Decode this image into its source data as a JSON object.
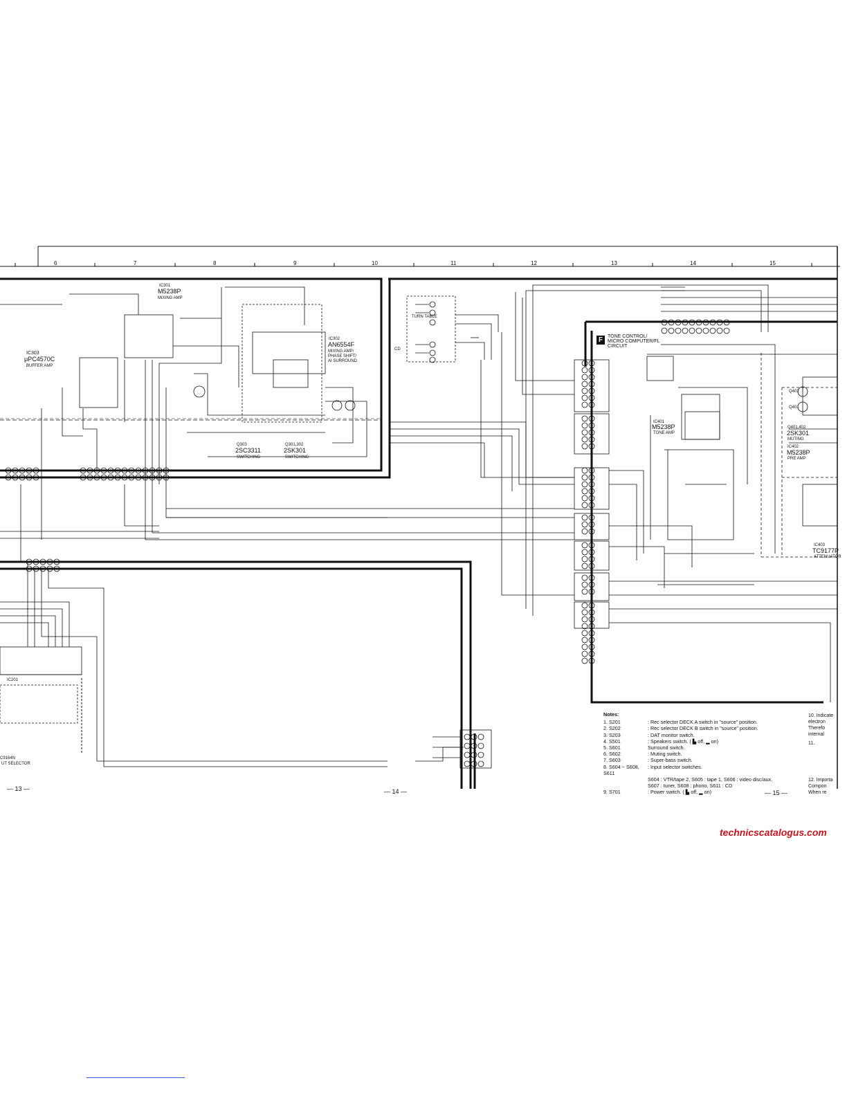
{
  "grid_numbers": [
    "6",
    "7",
    "8",
    "9",
    "10",
    "11",
    "12",
    "13",
    "14",
    "15"
  ],
  "section": {
    "badge": "F",
    "title_line1": "TONE CONTROL/",
    "title_line2": "MICRO COMPUTER/FL",
    "title_line3": "CIRCUIT"
  },
  "components": {
    "ic303": "IC303",
    "ic303_part": "μPC4570C",
    "ic303_func": "BUFFER AMP",
    "ic301": "IC301",
    "ic301_part": "M5238P",
    "ic301_func": "MIXING AMP",
    "ic302": "IC302",
    "ic302_part": "AN6554F",
    "ic302_func1": "MIXING AMP/",
    "ic302_func2": "PHASE SHIFT/",
    "ic302_func3": "AI SURROUND",
    "q303": "Q303",
    "q303_part": "2SC3311",
    "q303_func": "SWITCHING",
    "q301": "Q301,302",
    "q301_part": "2SK301",
    "q301_func": "SWITCHING",
    "ic401": "IC401",
    "ic401_part": "M5238P",
    "ic401_func": "TONE AMP",
    "q401": "Q401,402",
    "q401_part": "2SK301",
    "q401_func": "MUTING",
    "ic402": "IC402",
    "ic402_part": "M5238P",
    "ic402_func": "PRE AMP",
    "ic403": "IC403",
    "ic403_part": "TC9177P",
    "ic403_func": "ATTENUATOR",
    "ic201": "IC201",
    "ic201_part": "C9164N",
    "ic201_func": "UT SELECTOR",
    "turntable": "TURN TABLE",
    "cd": "CD",
    "ic402_q402": "Q402",
    "ic402_q401": "Q401"
  },
  "notes": {
    "heading": "Notes:",
    "items": [
      {
        "num": "1. S201",
        "desc": ": Rec selector DECK A switch in \"source\" position."
      },
      {
        "num": "2. S202",
        "desc": ": Rec selector DECK B switch in \"source\" position."
      },
      {
        "num": "3. S203",
        "desc": ": DAT monitor switch."
      },
      {
        "num": "4. S501",
        "desc": ": Speakers switch. ( ▙ off, ▂ on)"
      },
      {
        "num": "5. S601",
        "desc": "Surround switch."
      },
      {
        "num": "6. S602",
        "desc": ": Muting switch."
      },
      {
        "num": "7. S603",
        "desc": ": Super-bass switch."
      },
      {
        "num": "8. S604 ~ S608,",
        "desc": ": Input selector switches."
      },
      {
        "num": "S611",
        "desc": ""
      }
    ],
    "cont1": "S604 : VTR/tape 2,  S605 : tape 1,  S606 : video disc/aux.",
    "cont2": "S607 : tuner,  S608 : phono,  S611 : CD",
    "last": {
      "num": "9. S701",
      "desc": ": Power switch. ( ▙ off, ▂ on)"
    }
  },
  "right_notes": [
    "10. Indicate",
    "electron",
    "Therefo",
    "internal",
    "11.",
    "12. Importa",
    "Compon",
    "When re"
  ],
  "page_numbers": [
    "— 13 —",
    "— 14 —",
    "— 15 —"
  ],
  "watermark": "technicscatalogus.com"
}
